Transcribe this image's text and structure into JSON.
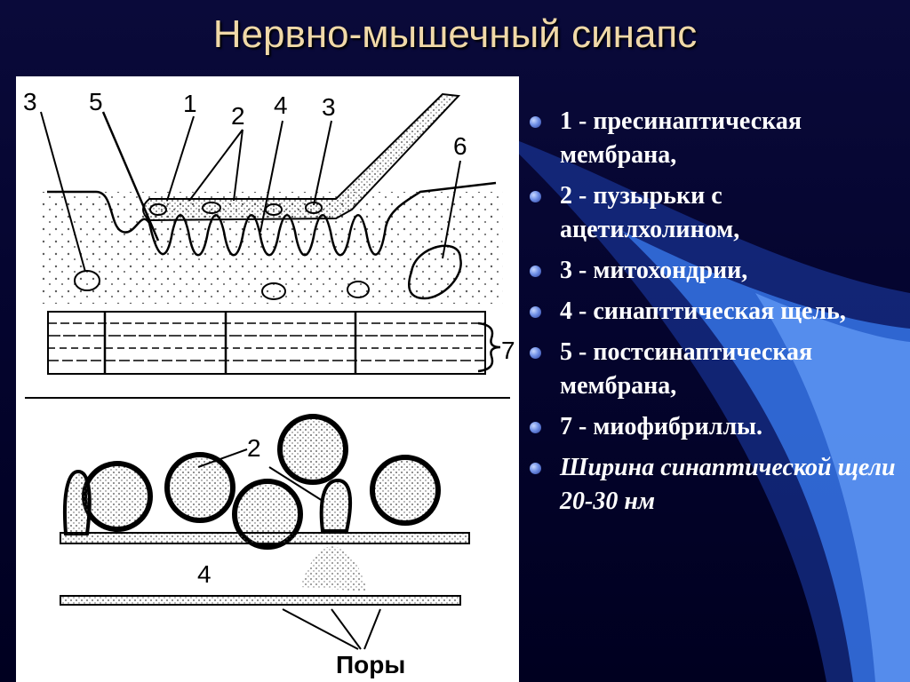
{
  "slide": {
    "title": "Нервно-мышечный синапс"
  },
  "figure": {
    "labels": {
      "l3a": "3",
      "l5": "5",
      "l1": "1",
      "l2": "2",
      "l4": "4",
      "l3b": "3",
      "l6": "6",
      "l7": "7",
      "l2b": "2",
      "l4b": "4",
      "pores": "Поры"
    }
  },
  "legend": {
    "items": [
      {
        "text": "1 - пресинаптическая мембрана,"
      },
      {
        "text": "2 - пузырьки с ацетилхолином,"
      },
      {
        "text": "3 - митохондрии,"
      },
      {
        "text": "4 - синапттическая щель,"
      },
      {
        "text": "5 - постсинаптическая мембрана,"
      },
      {
        "text": "7 - миофибриллы."
      },
      {
        "text": "Ширина синаптической щели 20-30 нм"
      }
    ]
  },
  "colors": {
    "title": "#f0d9a8",
    "background": "#050530",
    "accent_wave": "#2f6be0"
  }
}
